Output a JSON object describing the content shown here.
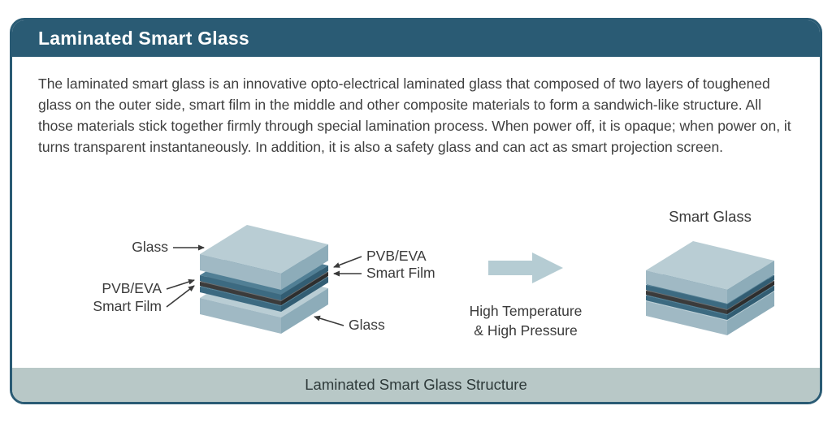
{
  "header": {
    "title": "Laminated Smart Glass"
  },
  "description": "The laminated smart glass is an innovative opto-electrical laminated glass that composed of two layers of toughened glass on the outer side, smart film in the middle and other composite materials to form a sandwich-like structure. All those materials stick together firmly through special lamination process. When power off, it is opaque; when power on, it turns transparent instantaneously. In addition, it is also a safety glass and can act as smart projection screen.",
  "diagram": {
    "labels": {
      "glass_top": "Glass",
      "pvb_left": "PVB/EVA",
      "film_left": "Smart Film",
      "pvb_right": "PVB/EVA",
      "film_right": "Smart Film",
      "glass_bottom": "Glass",
      "result": "Smart Glass"
    },
    "process": {
      "line1": "High Temperature",
      "line2": "& High Pressure"
    },
    "layers_order": [
      "Glass",
      "PVB/EVA",
      "Smart Film",
      "PVB/EVA",
      "Glass"
    ]
  },
  "footer": {
    "caption": "Laminated Smart Glass Structure"
  },
  "colors": {
    "header_bg": "#2a5b74",
    "card_border": "#2a5b74",
    "footer_bg": "#b8c8c7",
    "glass": "#b9cdd4",
    "interlayer_pvb_eva": "#3c6a81",
    "smart_film": "#3b3b3b",
    "process_arrow": "#b5ccd3",
    "body_text": "#3f3f3f"
  }
}
